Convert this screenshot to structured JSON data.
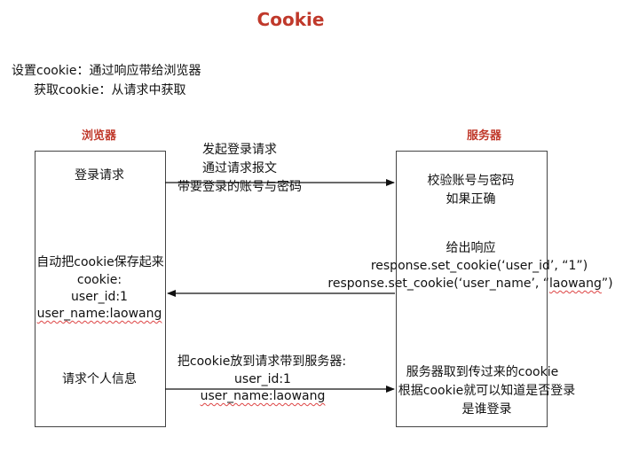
{
  "title": "Cookie",
  "intro": {
    "line1": "设置cookie：通过响应带给浏览器",
    "line2": "获取cookie：从请求中获取"
  },
  "browser": {
    "header": "浏览器",
    "step1": "登录请求",
    "step2": {
      "line1": "自动把cookie保存起来",
      "line2": "cookie:",
      "line3": "user_id:1",
      "line4": "user_name:laowang"
    },
    "step3": "请求个人信息"
  },
  "server": {
    "header": "服务器",
    "step1": {
      "line1": "校验账号与密码",
      "line2": "如果正确"
    },
    "step2": {
      "line1": "给出响应",
      "line2": "response.set_cookie(‘user_id’, “1”)",
      "line3_pre": "response.",
      "line3_mid": "set_cookie(‘user_name’, “",
      "line3_sq": "laowang",
      "line3_post": "”)"
    },
    "step3": {
      "line1": "服务器取到传过来的cookie",
      "line2": "根据cookie就可以知道是否登录",
      "line3": "是谁登录"
    }
  },
  "arrows": {
    "request": {
      "line1": "发起登录请求",
      "line2": "通过请求报文",
      "line3": "带要登录的账号与密码"
    },
    "cookie_request": {
      "line1": "把cookie放到请求带到服务器:",
      "line2": "user_id:1",
      "line3": "user_name:laowang"
    }
  }
}
